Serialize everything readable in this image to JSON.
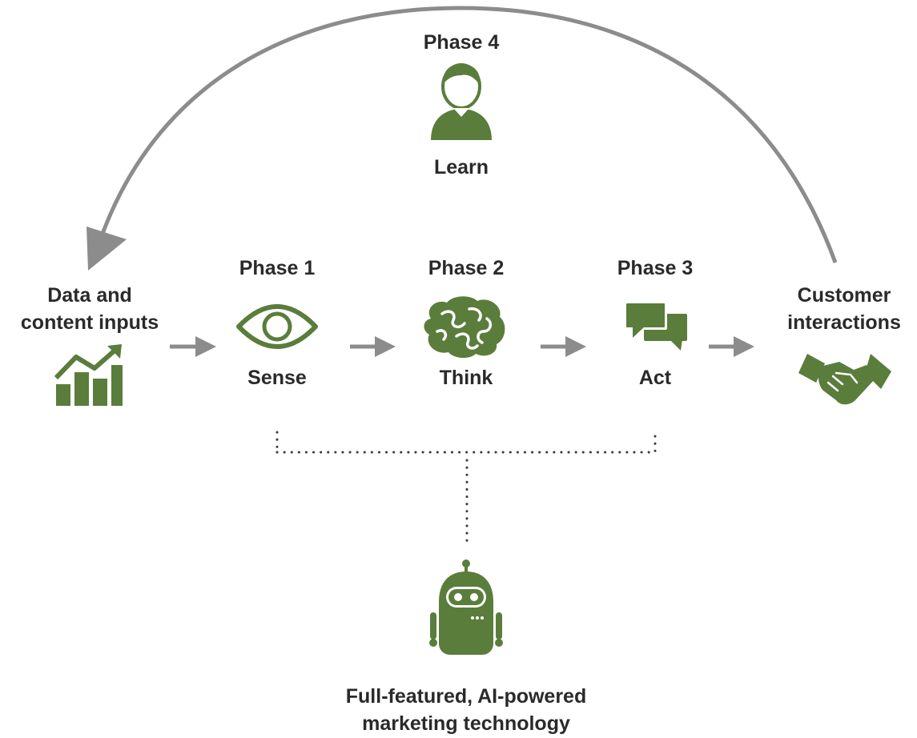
{
  "colors": {
    "accent": "#5a7d3c",
    "arrow": "#8c8c8c",
    "text": "#2a2a2a",
    "dots": "#3a3a3a"
  },
  "inputs": {
    "line1": "Data and",
    "line2": "content inputs",
    "icon": "growth-chart-icon"
  },
  "phases": [
    {
      "phase": "Phase 1",
      "name": "Sense",
      "icon": "eye-icon"
    },
    {
      "phase": "Phase 2",
      "name": "Think",
      "icon": "brain-icon"
    },
    {
      "phase": "Phase 3",
      "name": "Act",
      "icon": "chat-bubbles-icon"
    },
    {
      "phase": "Phase 4",
      "name": "Learn",
      "icon": "person-icon"
    }
  ],
  "outputs": {
    "line1": "Customer",
    "line2": "interactions",
    "icon": "handshake-icon"
  },
  "platform": {
    "line1": "Full-featured, AI-powered",
    "line2": "marketing technology",
    "icon": "robot-icon"
  }
}
